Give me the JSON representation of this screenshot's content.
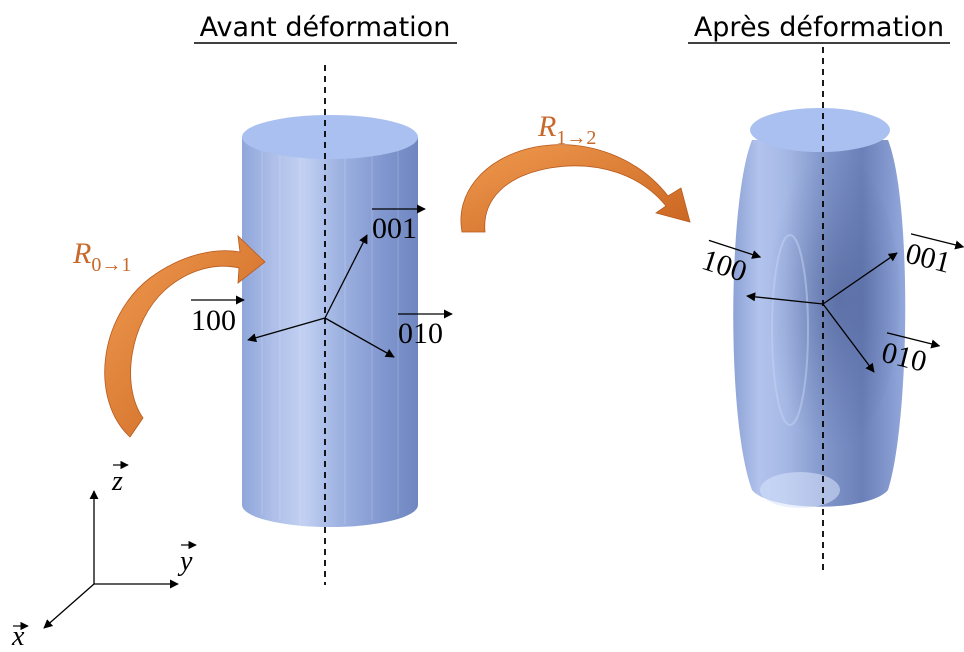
{
  "titles": {
    "before": "Avant déformation",
    "after": "Après déformation"
  },
  "rotations": {
    "r01": {
      "base": "R",
      "sub": "0→1"
    },
    "r12": {
      "base": "R",
      "sub": "1→2"
    }
  },
  "directions_before": {
    "d001": "001",
    "d100": "100",
    "d010": "010"
  },
  "directions_after": {
    "d001": "001",
    "d100": "100",
    "d010": "010"
  },
  "frame": {
    "x": "x",
    "y": "y",
    "z": "z"
  },
  "colors": {
    "rotation_arrow": "#e07a2e",
    "rotation_text": "#c8682a",
    "cylinder_light": "#b8caf0",
    "cylinder_mid": "#98aee0",
    "cylinder_dark": "#7188c4",
    "axis_line": "#000000"
  }
}
